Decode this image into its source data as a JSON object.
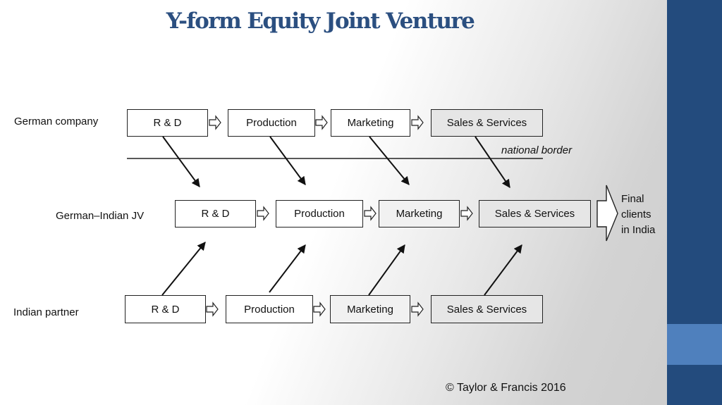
{
  "title": "Y-form Equity Joint Venture",
  "rows": {
    "german": {
      "label": "German company",
      "boxes": [
        "R & D",
        "Production",
        "Marketing",
        "Sales & Services"
      ]
    },
    "jv": {
      "label": "German–Indian JV",
      "boxes": [
        "R & D",
        "Production",
        "Marketing",
        "Sales & Services"
      ]
    },
    "indian": {
      "label": "Indian partner",
      "boxes": [
        "R & D",
        "Production",
        "Marketing",
        "Sales & Services"
      ]
    }
  },
  "border_label": "national border",
  "final_clients": [
    "Final",
    "clients",
    "in India"
  ],
  "footer": "© Taylor & Francis 2016",
  "colors": {
    "title": "#2b4f80",
    "sidebar": "#234b7d",
    "sidebar_accent": "#4f80bd"
  }
}
